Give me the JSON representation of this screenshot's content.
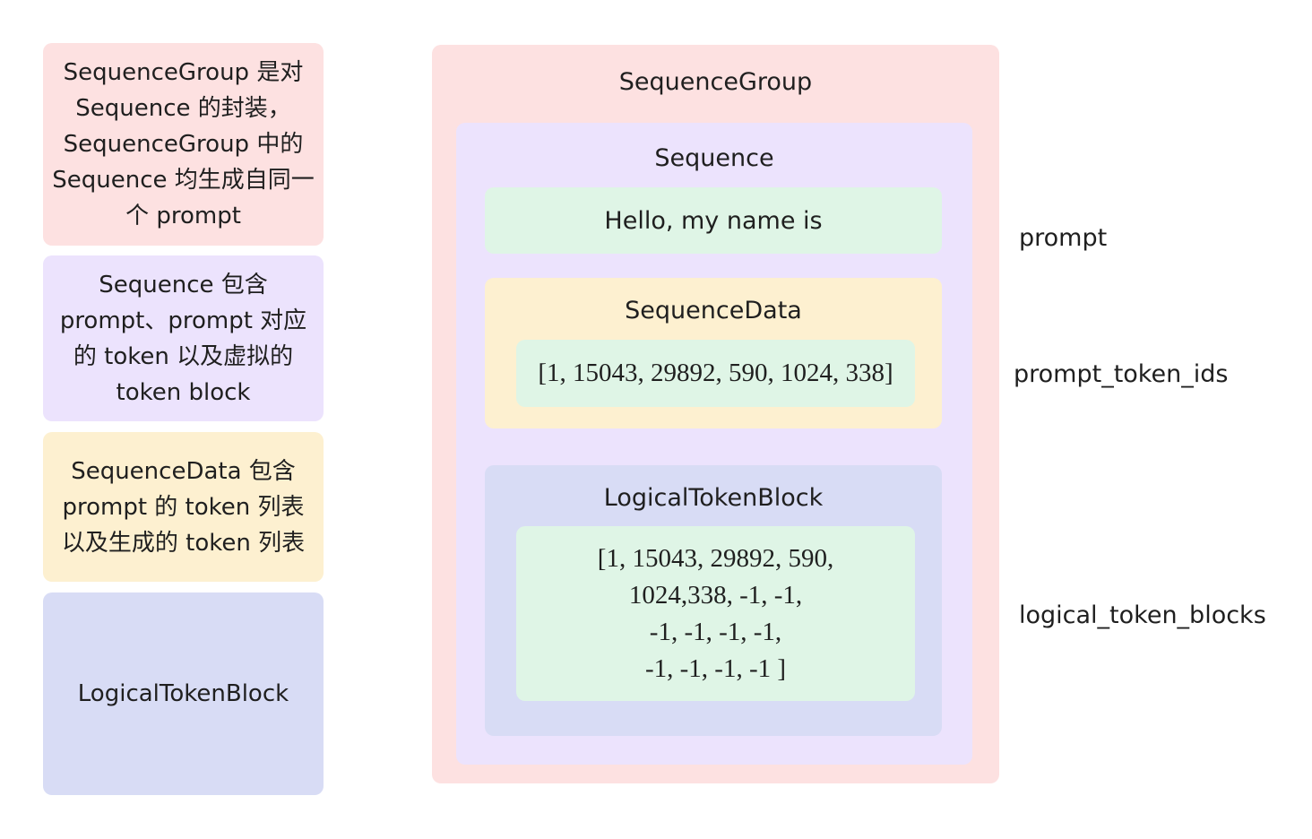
{
  "legend": {
    "sequence_group": "SequenceGroup 是对 Sequence 的封装，SequenceGroup 中的 Sequence 均生成自同一个 prompt",
    "sequence": "Sequence 包含 prompt、prompt 对应的 token 以及虚拟的 token block",
    "sequence_data": "SequenceData 包含 prompt 的 token 列表以及生成的 token 列表",
    "logical_token_block": "LogicalTokenBlock"
  },
  "diagram": {
    "group_title": "SequenceGroup",
    "sequence_title": "Sequence",
    "prompt_text": "Hello, my name is",
    "sequence_data_title": "SequenceData",
    "prompt_token_ids": "[1, 15043, 29892, 590, 1024, 338]",
    "logical_block_title": "LogicalTokenBlock",
    "logical_block_lines": [
      "[1, 15043, 29892, 590,",
      "1024,338, -1, -1,",
      "-1, -1, -1, -1,",
      "-1, -1, -1, -1 ]"
    ]
  },
  "side_labels": {
    "prompt": "prompt",
    "prompt_token_ids": "prompt_token_ids",
    "logical_token_blocks": "logical_token_blocks"
  }
}
